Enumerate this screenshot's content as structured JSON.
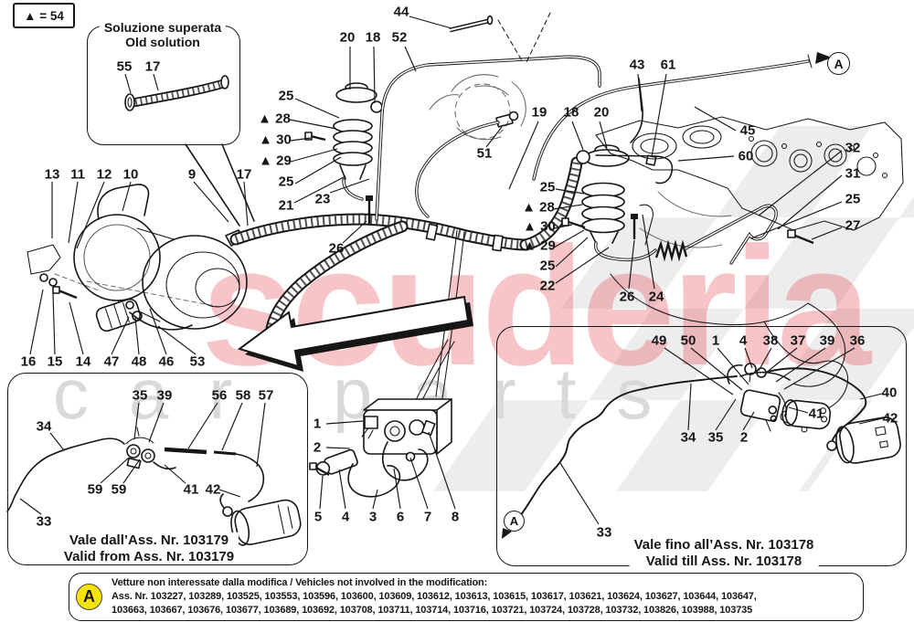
{
  "page": {
    "background": "#ffffff",
    "ink": "#161616"
  },
  "legend": {
    "text": "▲ = 54"
  },
  "old_solution_box": {
    "line1": "Soluzione superata",
    "line2": "Old solution"
  },
  "watermark": {
    "brand": "scuderia",
    "sub": "car parts",
    "brand_color": "#f2b9bd",
    "sub_color": "#d9d9d9",
    "checker_color": "#ededed"
  },
  "markers": {
    "a_top": "A",
    "a_right_box": "A",
    "a_note": "A"
  },
  "left_box": {
    "caption_it": "Vale dall’Ass. Nr. 103179",
    "caption_en": "Valid from Ass. Nr. 103179"
  },
  "right_box": {
    "caption_it": "Vale fino all’Ass. Nr. 103178",
    "caption_en": "Valid till Ass. Nr. 103178"
  },
  "note": {
    "line1": "Vetture non interessate dalla modifica / Vehicles not involved in the modification:",
    "line2": "Ass. Nr. 103227, 103289, 103525, 103553, 103596, 103600, 103609, 103612, 103613, 103615, 103617, 103621, 103624, 103627, 103644, 103647,",
    "line3": "103663, 103667, 103676, 103677, 103689, 103692, 103708, 103711, 103714, 103716, 103721, 103724, 103728, 103732, 103826, 103988, 103735"
  },
  "callouts": [
    "44",
    "20",
    "18",
    "52",
    "43",
    "61",
    "45",
    "60",
    "32",
    "31",
    "25",
    "27",
    "25",
    "▲ 28",
    "▲ 30",
    "▲ 29",
    "25",
    "21",
    "23",
    "26",
    "19",
    "18",
    "20",
    "51",
    "25",
    "▲ 28",
    "▲ 30",
    "▲ 29",
    "25",
    "22",
    "26",
    "24",
    "13",
    "11",
    "12",
    "10",
    "9",
    "17",
    "16",
    "15",
    "14",
    "47",
    "48",
    "46",
    "53",
    "55",
    "17",
    "34",
    "35",
    "39",
    "56",
    "58",
    "57",
    "59",
    "59",
    "41",
    "42",
    "33",
    "1",
    "2",
    "5",
    "4",
    "3",
    "6",
    "7",
    "8",
    "49",
    "50",
    "1",
    "4",
    "38",
    "37",
    "39",
    "36",
    "40",
    "42",
    "41",
    "34",
    "35",
    "2",
    "33"
  ]
}
